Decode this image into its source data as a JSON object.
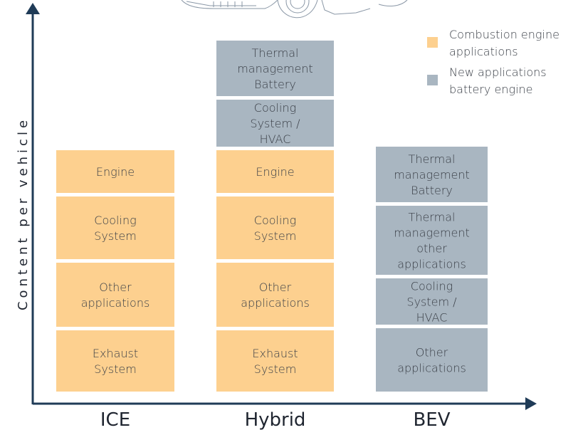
{
  "chart_data": {
    "type": "bar",
    "subtype": "stacked-blocks",
    "ylabel": "Content per vehicle",
    "xlabel": "",
    "categories": [
      "ICE",
      "Hybrid",
      "BEV"
    ],
    "stacks": [
      {
        "category": "ICE",
        "segments": [
          {
            "label": "Exhaust System",
            "group": "combustion",
            "value": 1
          },
          {
            "label": "Other applications",
            "group": "combustion",
            "value": 1
          },
          {
            "label": "Cooling System",
            "group": "combustion",
            "value": 1
          },
          {
            "label": "Engine",
            "group": "combustion",
            "value": 1
          }
        ]
      },
      {
        "category": "Hybrid",
        "segments": [
          {
            "label": "Exhaust System",
            "group": "combustion",
            "value": 1
          },
          {
            "label": "Other applications",
            "group": "combustion",
            "value": 1
          },
          {
            "label": "Cooling System",
            "group": "combustion",
            "value": 1
          },
          {
            "label": "Engine",
            "group": "combustion",
            "value": 1
          },
          {
            "label": "Cooling System / HVAC",
            "group": "battery",
            "value": 1
          },
          {
            "label": "Thermal management Battery",
            "group": "battery",
            "value": 1
          }
        ]
      },
      {
        "category": "BEV",
        "segments": [
          {
            "label": "Other applications",
            "group": "battery",
            "value": 1
          },
          {
            "label": "Cooling System / HVAC",
            "group": "battery",
            "value": 1
          },
          {
            "label": "Thermal management other applications",
            "group": "battery",
            "value": 1
          },
          {
            "label": "Thermal management Battery",
            "group": "battery",
            "value": 1
          }
        ]
      }
    ],
    "legend": {
      "position": "top-right",
      "items": [
        {
          "group": "combustion",
          "label": "Combustion engine applications"
        },
        {
          "group": "battery",
          "label": "New applications battery engine"
        }
      ]
    },
    "colors": {
      "combustion": "#fdd08f",
      "battery": "#a9b6c1",
      "axis": "#1f3b57"
    },
    "grid": false,
    "decoration": "car-outline"
  }
}
